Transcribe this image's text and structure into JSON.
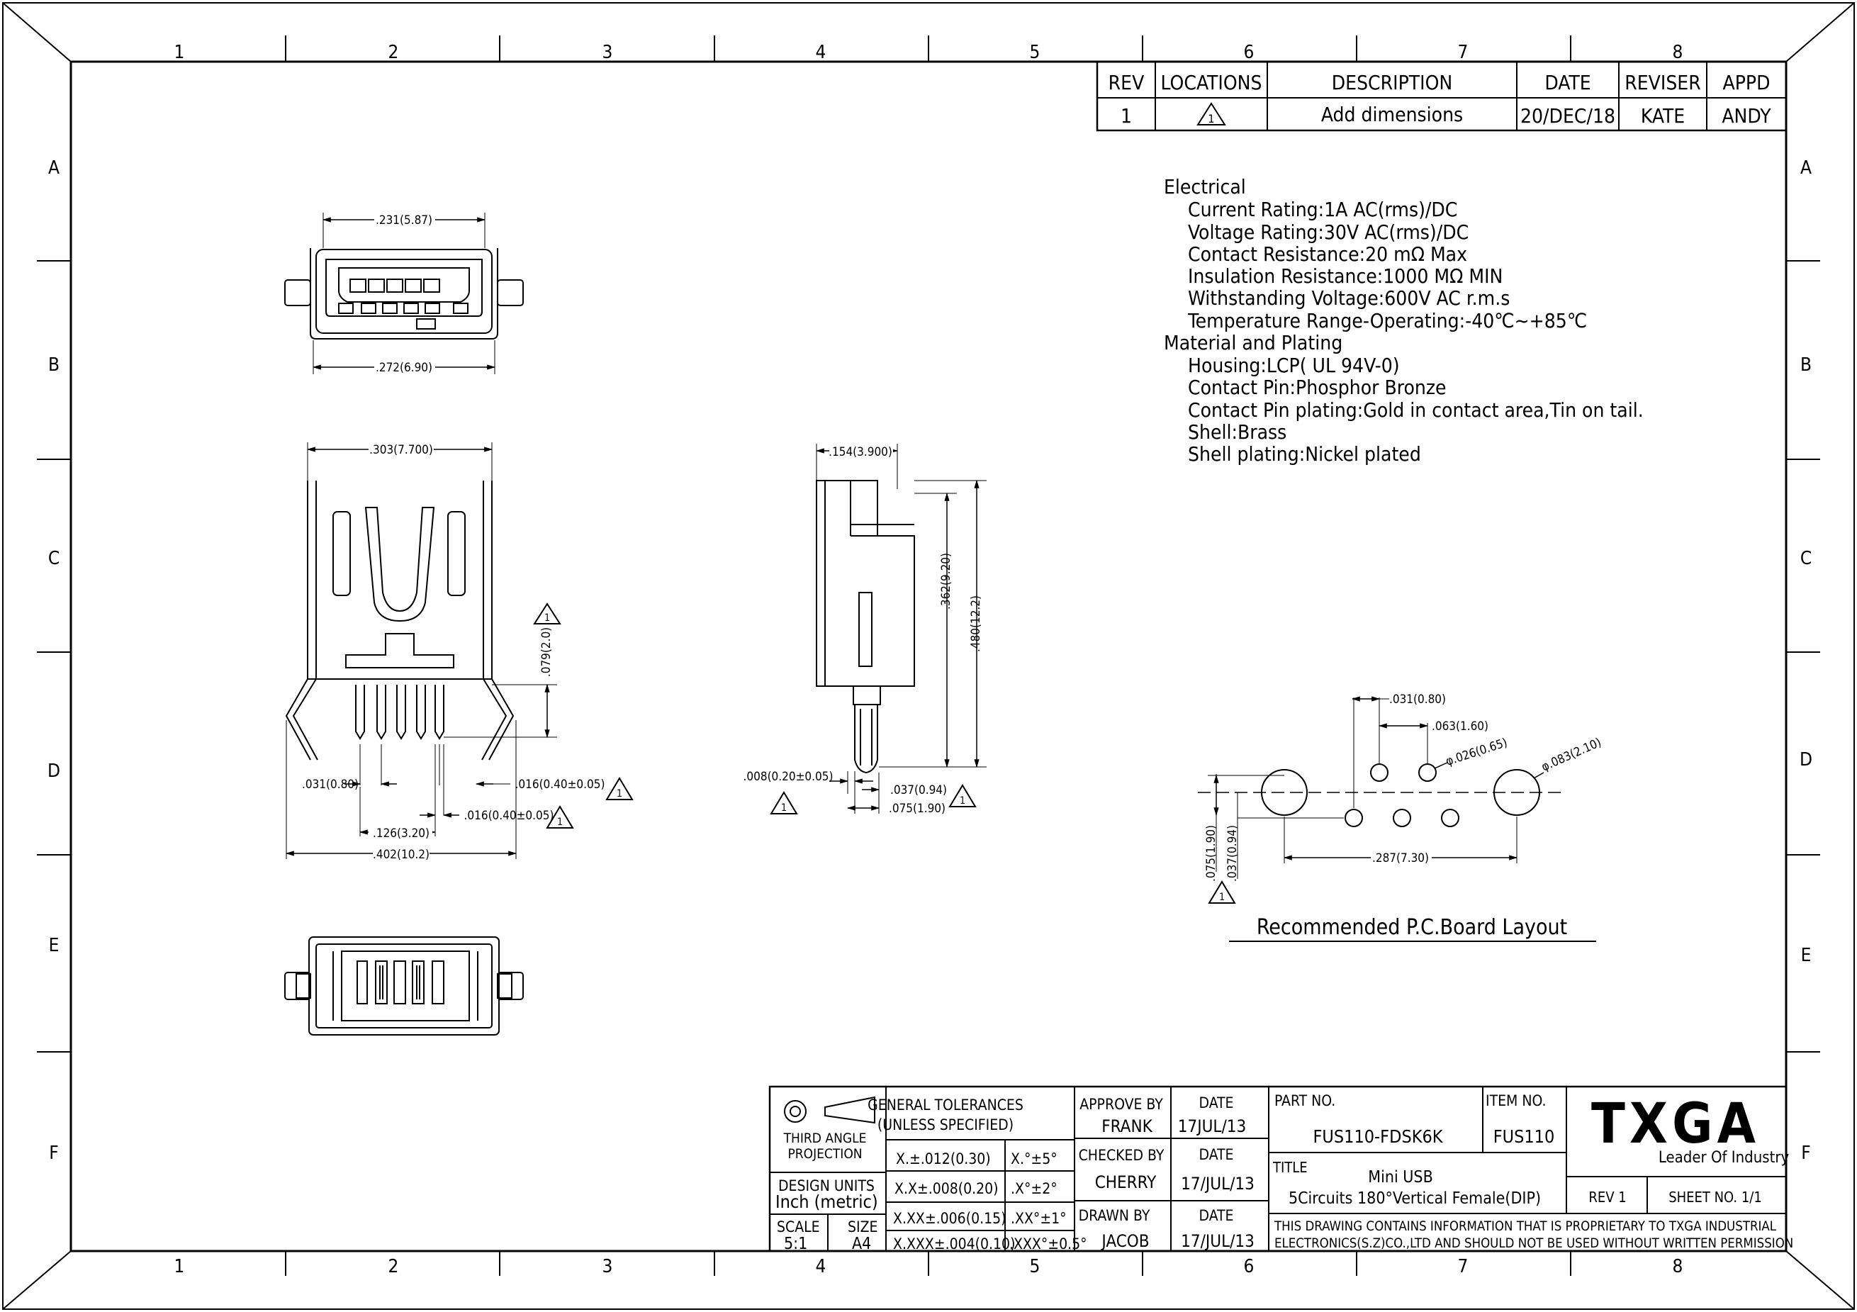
{
  "border": {
    "columns": [
      "1",
      "2",
      "3",
      "4",
      "5",
      "6",
      "7",
      "8"
    ],
    "rows": [
      "A",
      "B",
      "C",
      "D",
      "E",
      "F"
    ]
  },
  "revision_table": {
    "headers": [
      "REV",
      "LOCATIONS",
      "DESCRIPTION",
      "DATE",
      "REVISER",
      "APPD"
    ],
    "row": {
      "rev": "1",
      "location_symbol": "1",
      "description": "Add dimensions",
      "date": "20/DEC/18",
      "reviser": "KATE",
      "appd": "ANDY"
    }
  },
  "specifications": {
    "electrical_heading": "Electrical",
    "electrical": [
      "Current Rating:1A AC(rms)/DC",
      "Voltage Rating:30V AC(rms)/DC",
      "Contact Resistance:20 mΩ Max",
      "Insulation Resistance:1000 MΩ MIN",
      "Withstanding Voltage:600V AC r.m.s",
      "Temperature Range-Operating:-40℃~+85℃"
    ],
    "material_heading": "Material and Plating",
    "material": [
      "Housing:LCP( UL 94V-0)",
      "Contact Pin:Phosphor Bronze",
      "Contact Pin plating:Gold in contact area,Tin on tail.",
      "Shell:Brass",
      "Shell plating:Nickel plated"
    ]
  },
  "dimensions": {
    "front_width": ".231(5.87)",
    "front_base": ".272(6.90)",
    "side_width": ".303(7.700)",
    "pin_height": ".079(2.0)",
    "pin_pitch_left": ".031(0.80)",
    "pin_width_right": ".016(0.40±0.05)",
    "pin_span": ".126(3.20)",
    "pin_width_lower": ".016(0.40±0.05)",
    "overall_width": ".402(10.2)",
    "profile_depth": ".154(3.900)",
    "profile_body_h": ".362(9.20)",
    "profile_total_h": ".480(12.2)",
    "profile_pin_thick": ".008(0.20±0.05)",
    "profile_pin_w": ".037(0.94)",
    "profile_pin_offset": ".075(1.90)",
    "pcb_pitch": ".031(0.80)",
    "pcb_spacing": ".063(1.60)",
    "pcb_hole_small": "φ.026(0.65)",
    "pcb_hole_large": "φ.083(2.10)",
    "pcb_row_offset_a": ".075(1.90)",
    "pcb_row_offset_b": ".037(0.94)",
    "pcb_span": ".287(7.30)",
    "triangle_label": "1"
  },
  "pcb_caption": "Recommended P.C.Board Layout",
  "title_block": {
    "projection_line1": "THIRD ANGLE",
    "projection_line2": "PROJECTION",
    "design_units_label": "DESIGN UNITS",
    "design_units_value": "Inch (metric)",
    "scale_label": "SCALE",
    "scale_value": "5:1",
    "size_label": "SIZE",
    "size_value": "A4",
    "tolerance_heading_1": "GENERAL TOLERANCES",
    "tolerance_heading_2": "(UNLESS SPECIFIED)",
    "tol": [
      {
        "linear": "X.±.012(0.30)",
        "angle": "X.°±5°"
      },
      {
        "linear": "X.X±.008(0.20)",
        "angle": ".X°±2°"
      },
      {
        "linear": "X.XX±.006(0.15)",
        "angle": ".XX°±1°"
      },
      {
        "linear": "X.XXX±.004(0.10)",
        "angle": ".XXX°±0.5°"
      }
    ],
    "approve_label": "APPROVE BY",
    "approve_name": "FRANK",
    "checked_label": "CHECKED BY",
    "checked_name": "CHERRY",
    "drawn_label": "DRAWN BY",
    "drawn_name": "JACOB",
    "date_label": "DATE",
    "approve_date": "17JUL/13",
    "checked_date": "17/JUL/13",
    "drawn_date": "17/JUL/13",
    "part_no_label": "PART NO.",
    "part_no": "FUS110-FDSK6K",
    "item_no_label": "ITEM NO.",
    "item_no": "FUS110",
    "title_label": "TITLE",
    "title_line1": "Mini USB",
    "title_line2": "5Circuits 180°Vertical Female(DIP)",
    "rev": "REV 1",
    "sheet": "SHEET NO. 1/1",
    "logo": "TXGA",
    "tagline": "Leader Of Industry",
    "notice_line1": "THIS DRAWING CONTAINS INFORMATION THAT IS PROPRIETARY TO TXGA INDUSTRIAL",
    "notice_line2": "ELECTRONICS(S.Z)CO.,LTD AND SHOULD NOT BE USED WITHOUT WRITTEN PERMISSION"
  }
}
